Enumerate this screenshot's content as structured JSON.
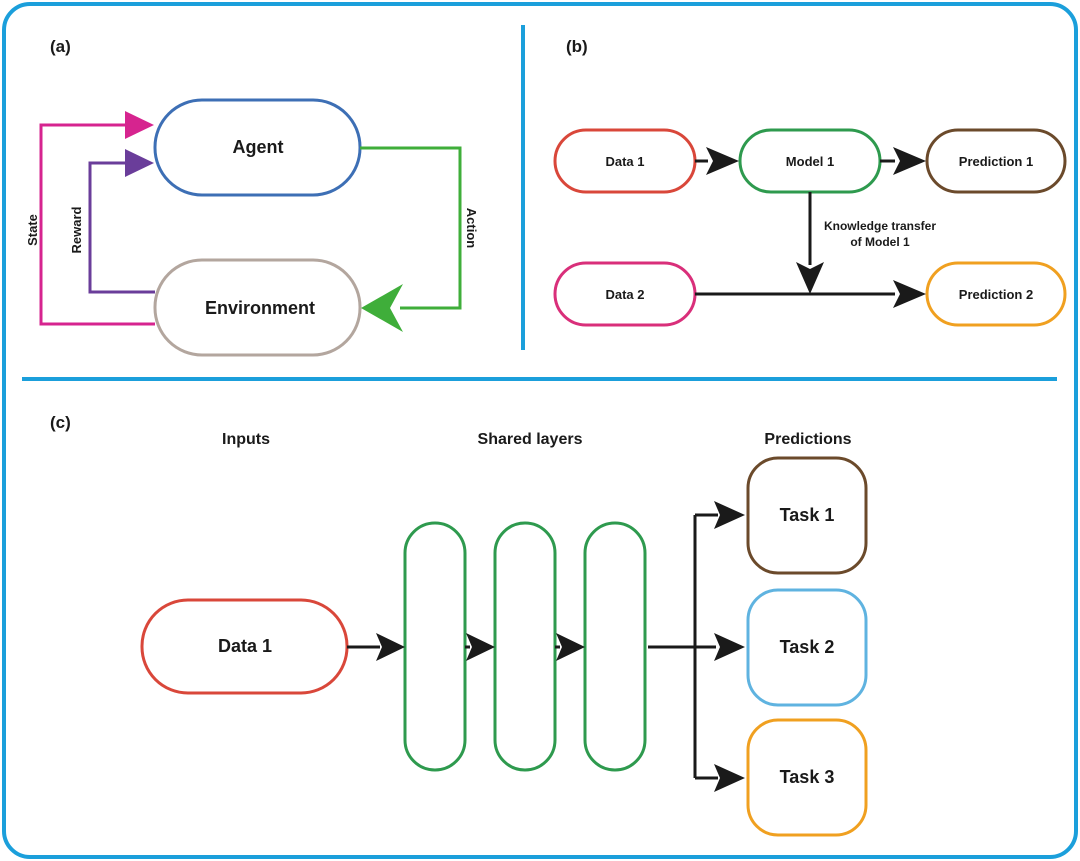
{
  "panels": {
    "a": {
      "label": "(a)",
      "agent": "Agent",
      "environment": "Environment",
      "state": "State",
      "reward": "Reward",
      "action": "Action"
    },
    "b": {
      "label": "(b)",
      "data1": "Data 1",
      "model1": "Model 1",
      "prediction1": "Prediction 1",
      "transfer_line1": "Knowledge transfer",
      "transfer_line2": "of Model 1",
      "data2": "Data 2",
      "prediction2": "Prediction 2"
    },
    "c": {
      "label": "(c)",
      "inputs_heading": "Inputs",
      "shared_heading": "Shared layers",
      "predictions_heading": "Predictions",
      "data1": "Data 1",
      "task1": "Task 1",
      "task2": "Task 2",
      "task3": "Task 3"
    }
  },
  "colors": {
    "frame": "#1b9fdb",
    "agent": "#3d6fb5",
    "environment": "#b3a69e",
    "state": "#d6248f",
    "reward": "#6a3d9a",
    "action": "#3fae3a",
    "data1": "#d9473a",
    "model1": "#2e9a4e",
    "prediction1": "#6b4a2b",
    "data2": "#d92f7a",
    "prediction2": "#f0a020",
    "shared": "#2e9a4e",
    "task1": "#6b4a2b",
    "task2": "#5fb3e0",
    "task3": "#f0a020",
    "arrow": "#1a1a1a"
  }
}
